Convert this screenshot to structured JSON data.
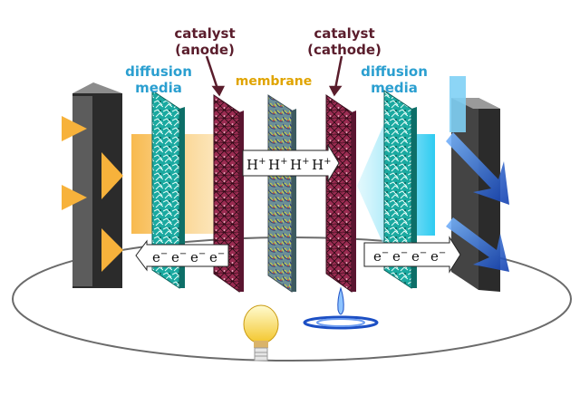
{
  "labels": {
    "catalyst_anode": [
      "catalyst",
      "(anode)"
    ],
    "catalyst_cathode": [
      "catalyst",
      "(cathode)"
    ],
    "diffusion_left": [
      "diffusion",
      "media"
    ],
    "diffusion_right": [
      "diffusion",
      "media"
    ],
    "membrane": "membrane"
  },
  "ions": {
    "symbol": "H",
    "charge": "+",
    "count": 4
  },
  "electrons": {
    "symbol": "e",
    "charge": "−",
    "left_count": 4,
    "right_count": 4
  },
  "colors": {
    "catalyst_text": "#5a1d2c",
    "diffusion_text": "#2b9fd0",
    "membrane_text": "#e0a400",
    "catalyst_layer": "#9b2c52",
    "diffusion_layer": "#1aa9a0",
    "membrane_layer": "#6c8f96",
    "fuel_flow": "#f7b23b",
    "oxidant_flow": "#2d6fd6",
    "plate": "#3a3a3a"
  },
  "icons": [
    "light-bulb-icon",
    "water-drop-icon"
  ]
}
